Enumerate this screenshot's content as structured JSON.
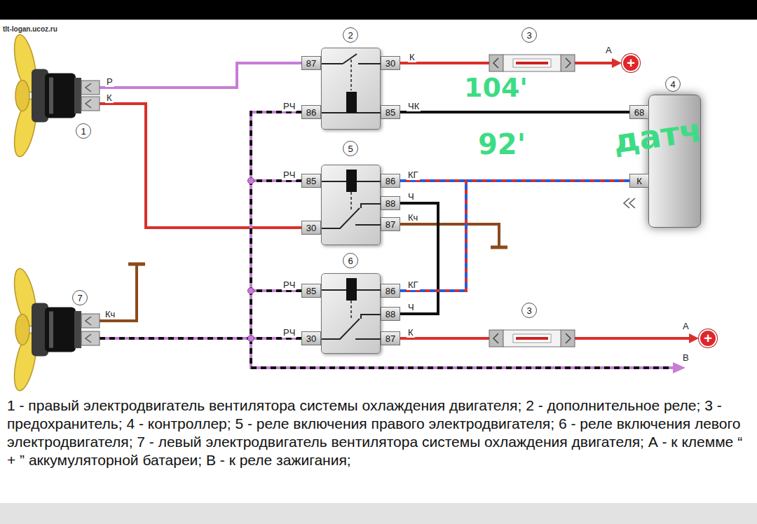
{
  "diagram": {
    "caption": "1 - правый электродвигатель вентилятора системы охлаждения двигателя; 2 - дополнительное реле; 3 - предохранитель; 4 - контроллер; 5 - реле включения правого электродвигателя; 6 - реле включения левого электродвигателя; 7 - левый электродвигатель вентилятора системы охлаждения двигателя; А - к клемме “ + ” аккумуляторной батареи; В - к реле зажигания;",
    "nodes": [
      {
        "text": [
          "1"
        ]
      },
      {
        "text": [
          "2"
        ]
      },
      {
        "text": [
          "87"
        ],
        "in": 1
      },
      {
        "text": [
          "86"
        ],
        "in": 1
      },
      {
        "text": [
          "30"
        ],
        "in": 1
      },
      {
        "text": [
          "85"
        ],
        "in": 1
      },
      {
        "text": [
          "3"
        ]
      },
      {
        "text": [
          "+"
        ]
      },
      {
        "text": [
          "4"
        ]
      },
      {
        "text": [
          "68"
        ],
        "in": 8
      },
      {
        "text": [
          "К"
        ],
        "in": 8
      },
      {
        "text": [
          "5"
        ]
      },
      {
        "text": [
          "85"
        ],
        "in": 11
      },
      {
        "text": [
          "30"
        ],
        "in": 11
      },
      {
        "text": [
          "86"
        ],
        "in": 11
      },
      {
        "text": [
          "88"
        ],
        "in": 11
      },
      {
        "text": [
          "87"
        ],
        "in": 11
      },
      {
        "text": [
          "7"
        ]
      },
      {
        "text": [
          "6"
        ]
      },
      {
        "text": [
          "85"
        ],
        "in": 18
      },
      {
        "text": [
          "30"
        ],
        "in": 18
      },
      {
        "text": [
          "86"
        ],
        "in": 18
      },
      {
        "text": [
          "88"
        ],
        "in": 18
      },
      {
        "text": [
          "87"
        ],
        "in": 18
      },
      {
        "text": [
          "3"
        ]
      },
      {
        "text": [
          "+"
        ]
      }
    ],
    "edges": [
      {
        "from": 0,
        "to": 2,
        "arrow": "none",
        "label": "Р"
      },
      {
        "from": 4,
        "to": 6,
        "arrow": "none",
        "label": "К"
      },
      {
        "from": 6,
        "to": 7,
        "arrow": "to",
        "label": "А"
      },
      {
        "from": 5,
        "to": 9,
        "arrow": "none",
        "label": "ЧК"
      },
      {
        "from": 14,
        "to": 10,
        "arrow": "none",
        "label": "КГ"
      },
      {
        "from": 15,
        "to": 22,
        "arrow": "none",
        "label": "Ч"
      },
      {
        "from": 21,
        "to": 10,
        "arrow": "none",
        "label": "КГ"
      },
      {
        "from": 0,
        "to": 13,
        "arrow": "none",
        "label": "К"
      },
      {
        "from": 3,
        "to": 12,
        "arrow": "none"
      },
      {
        "from": 12,
        "to": 19,
        "arrow": "none"
      },
      {
        "from": 19,
        "to": 20,
        "arrow": "none"
      },
      {
        "from": 17,
        "to": 20,
        "arrow": "none"
      },
      {
        "from": 23,
        "to": 24,
        "arrow": "none",
        "label": "К"
      },
      {
        "from": 24,
        "to": 25,
        "arrow": "to",
        "label": "А"
      }
    ],
    "labels": [
      "tlt-logan.ucoz.ru",
      "104'",
      "92'",
      "датч",
      "РЧ",
      "РЧ",
      "Кч",
      "РЧ",
      "Ч",
      "РЧ",
      "Кч",
      "В"
    ]
  }
}
